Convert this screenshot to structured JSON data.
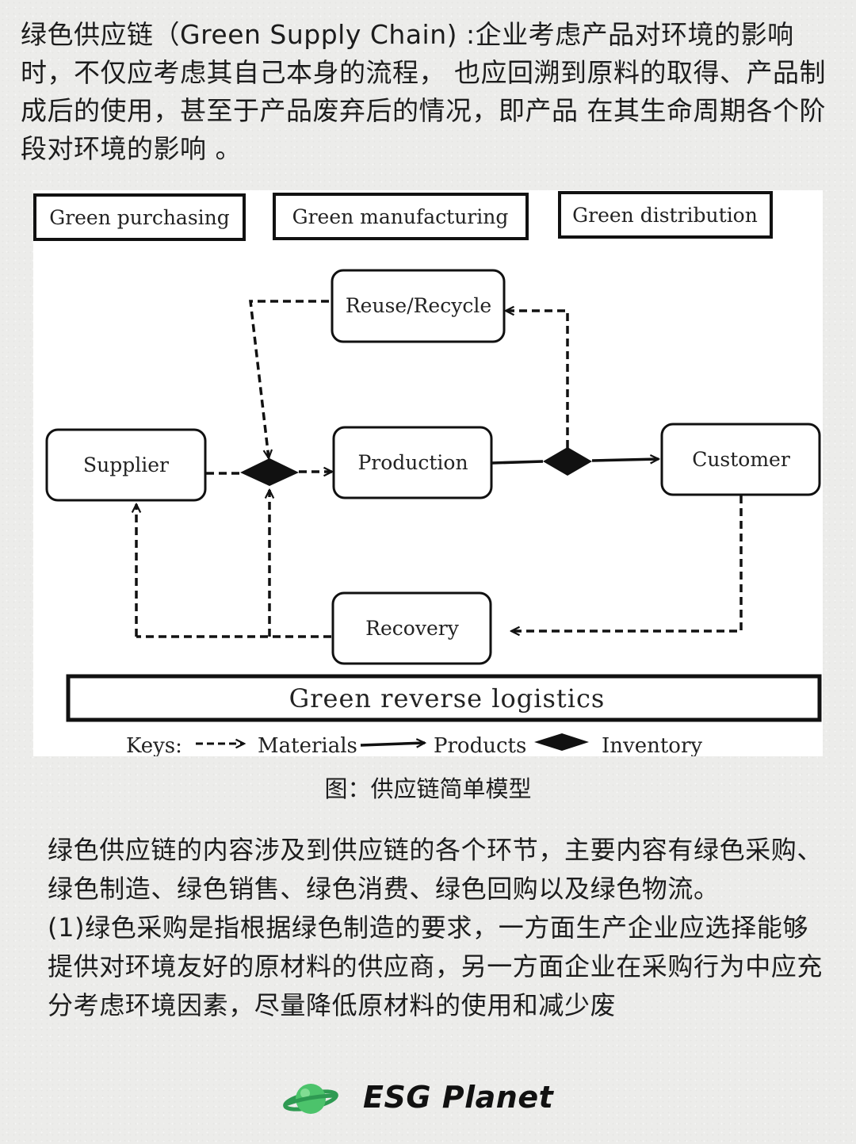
{
  "intro_text": "绿色供应链（Green Supply Chain) :企业考虑产品对环境的影响时，不仅应考虑其自己本身的流程， 也应回溯到原料的取得、产品制成后的使用，甚至于产品废弃后的情况，即产品 在其生命周期各个阶段对环境的影响 。",
  "diagram": {
    "headers": {
      "purchasing": "Green purchasing",
      "manufacturing": "Green manufacturing",
      "distribution": "Green distribution"
    },
    "nodes": {
      "reuse": "Reuse/Recycle",
      "supplier": "Supplier",
      "production": "Production",
      "customer": "Customer",
      "recovery": "Recovery"
    },
    "reverse_logistics": "Green reverse logistics",
    "legend": {
      "title": "Keys:",
      "materials": "Materials",
      "products": "Products",
      "inventory": "Inventory"
    }
  },
  "caption": "图：供应链简单模型",
  "body_paragraphs": [
    "绿色供应链的内容涉及到供应链的各个环节，主要内容有绿色采购、绿色制造、绿色销售、绿色消费、绿色回购以及绿色物流。",
    "(1)绿色采购是指根据绿色制造的要求，一方面生产企业应选择能够提供对环境友好的原材料的供应商，另一方面企业在采购行为中应充分考虑环境因素，尽量降低原材料的使用和减少废"
  ],
  "brand": {
    "name": "ESG Planet",
    "logo_icon": "planet-icon"
  }
}
